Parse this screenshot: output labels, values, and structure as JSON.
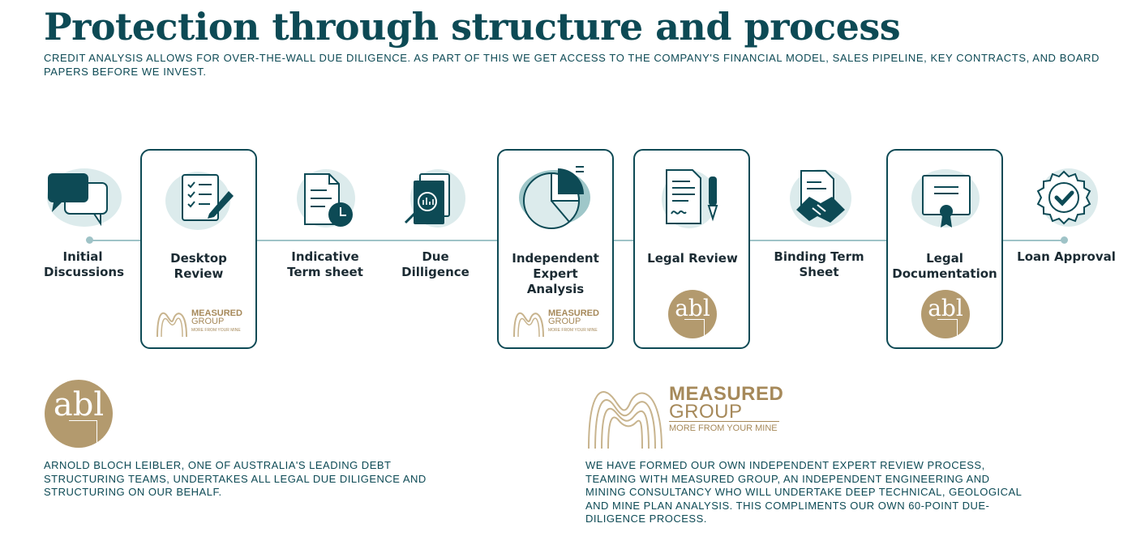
{
  "page": {
    "title": "Protection through structure and process",
    "subtitle": "Credit analysis allows for over-the-wall due diligence. As part of this we get access to the company's financial model, sales pipeline, key contracts, and board papers before we invest."
  },
  "colors": {
    "primary": "#0d4a55",
    "accent_gold": "#b39a6e",
    "timeline": "#9fc3c7",
    "icon_blob": "#dcebec"
  },
  "steps": [
    {
      "label": "Initial Discussions",
      "icon": "chat-bubbles-icon",
      "boxed": false
    },
    {
      "label": "Desktop Review",
      "icon": "checklist-pencil-icon",
      "boxed": true,
      "partner": "Measured Group"
    },
    {
      "label": "Indicative Term sheet",
      "icon": "document-clock-icon",
      "boxed": false
    },
    {
      "label": "Due Dilligence",
      "icon": "documents-search-icon",
      "boxed": false
    },
    {
      "label": "Independent Expert Analysis",
      "icon": "pie-chart-icon",
      "boxed": true,
      "partner": "Measured Group"
    },
    {
      "label": "Legal Review",
      "icon": "contract-pen-icon",
      "boxed": true,
      "partner": "abl"
    },
    {
      "label": "Binding Term Sheet",
      "icon": "handshake-document-icon",
      "boxed": false
    },
    {
      "label": "Legal Documentation",
      "icon": "certificate-icon",
      "boxed": true,
      "partner": "abl"
    },
    {
      "label": "Loan Approval",
      "icon": "approval-badge-icon",
      "boxed": false
    }
  ],
  "logos": {
    "abl": {
      "text": "abl"
    },
    "measured_group": {
      "name": "MEASURED",
      "group": "GROUP",
      "tagline": "MORE FROM YOUR MINE"
    }
  },
  "notes": {
    "abl": "Arnold Bloch Leibler, one of Australia's leading debt structuring teams, undertakes all legal due diligence and structuring on our behalf.",
    "measured_group": "We have formed our own independent expert review process, teaming with Measured Group, an independent engineering and mining consultancy who will undertake deep technical, geological and mine plan analysis. This compliments our own 60-point due-diligence process."
  }
}
